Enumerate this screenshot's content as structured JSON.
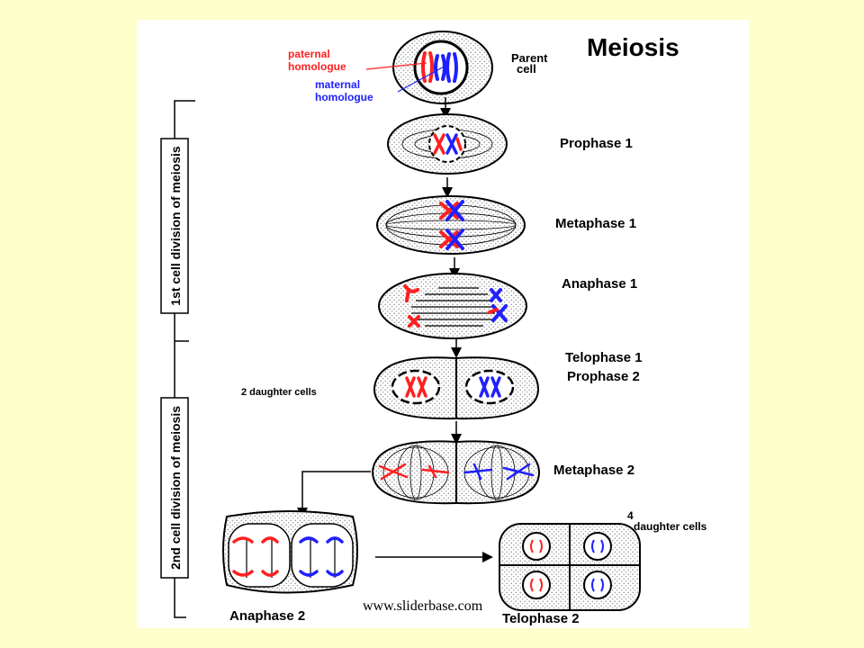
{
  "title": "Meiosis",
  "labels": {
    "paternal": "paternal homologue",
    "maternal": "maternal homologue",
    "parent_cell": "Parent cell",
    "prophase1": "Prophase 1",
    "metaphase1": "Metaphase 1",
    "anaphase1": "Anaphase 1",
    "telophase1": "Telophase 1",
    "prophase2": "Prophase 2",
    "two_daughter": "2 daughter cells",
    "metaphase2": "Metaphase 2",
    "four_daughter": "4 daughter cells",
    "anaphase2": "Anaphase 2",
    "telophase2": "Telophase 2",
    "first_division": "1st cell division of meiosis",
    "second_division": "2nd cell division of meiosis"
  },
  "watermark": "www.sliderbase.com",
  "colors": {
    "paternal": "#ff2020",
    "maternal": "#2020ff",
    "background": "#ffffcc"
  }
}
